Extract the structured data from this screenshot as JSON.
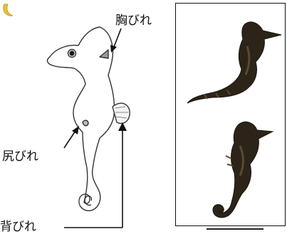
{
  "labels": {
    "pectoral_fin": "胸びれ",
    "anal_fin": "尻びれ",
    "dorsal_fin": "背びれ"
  },
  "colors": {
    "outline": "#333333",
    "arrow": "#111111",
    "specimen_dark": "#2c2418",
    "specimen_mid": "#5a4a30",
    "logo_accent": "#e8c23a"
  },
  "icons": {
    "corner_logo": "crescent-logo"
  }
}
